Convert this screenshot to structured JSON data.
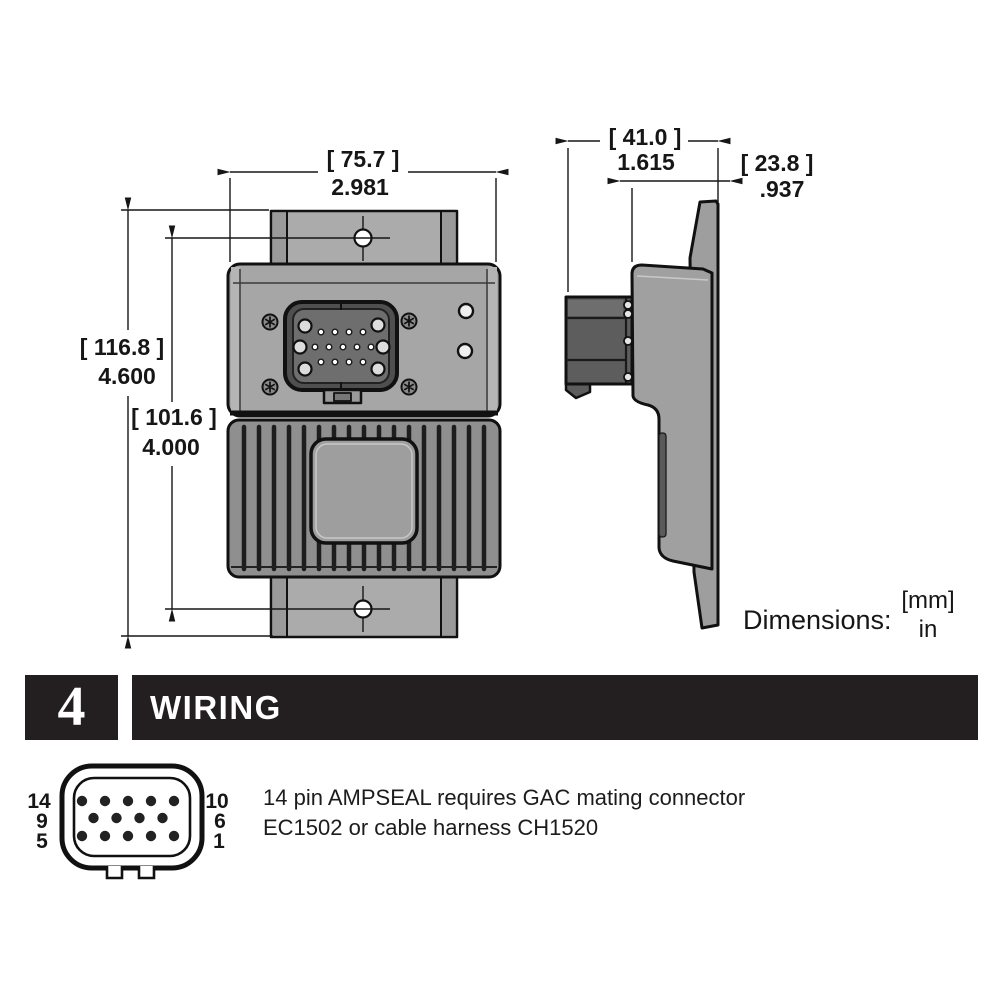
{
  "drawing": {
    "front_view": {
      "width": {
        "mm": "[ 75.7 ]",
        "inch": "2.981"
      },
      "height": {
        "mm": "[ 116.8 ]",
        "inch": "4.600"
      },
      "hole_spacing": {
        "mm": "[ 101.6 ]",
        "inch": "4.000"
      }
    },
    "side_view": {
      "depth_total": {
        "mm": "[ 41.0 ]",
        "inch": "1.615"
      },
      "depth_body": {
        "mm": "[ 23.8 ]",
        "inch": ".937"
      }
    },
    "note": {
      "label": "Dimensions:",
      "top_unit": "[mm]",
      "bottom_unit": "in"
    }
  },
  "section": {
    "number": "4",
    "title": "WIRING"
  },
  "wiring": {
    "pin_labels": {
      "left": [
        "14",
        "9",
        "5"
      ],
      "right": [
        "10",
        "6",
        "1"
      ]
    },
    "description": {
      "line1": "14 pin AMPSEAL requires GAC mating connector",
      "line2": "EC1502 or cable harness CH1520"
    }
  },
  "colors": {
    "line": "#161616",
    "body_gray": "#a6a6a6",
    "heatsink_gray": "#8f8f8f",
    "connector_dark": "#4f4f4f",
    "header_black": "#231f20"
  }
}
